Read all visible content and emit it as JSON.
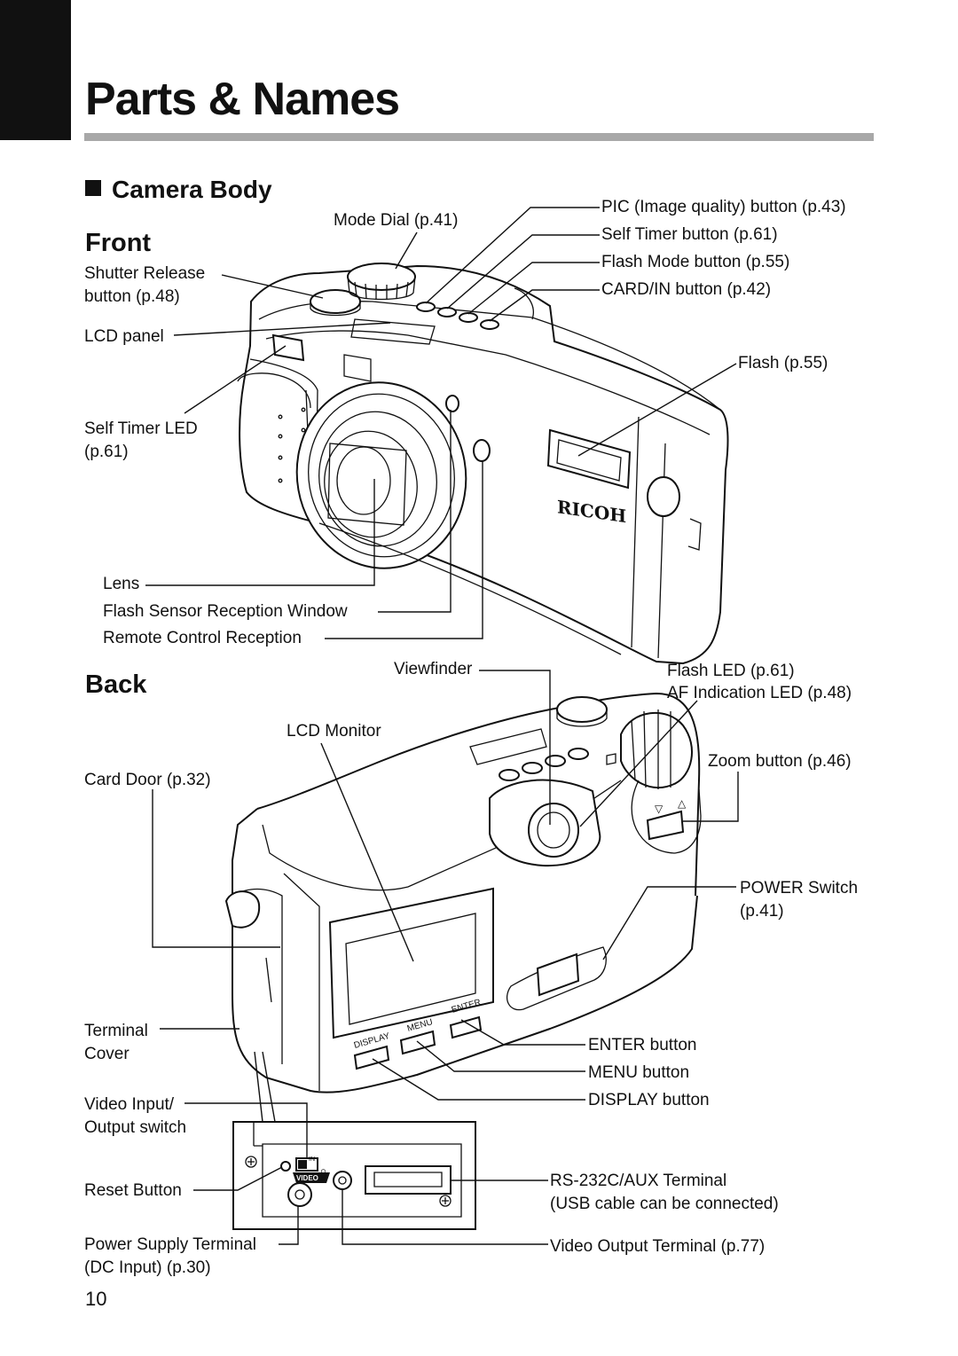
{
  "page": {
    "title": "Parts & Names",
    "section": "Camera Body",
    "page_number": "10"
  },
  "front": {
    "heading": "Front",
    "labels": {
      "mode_dial": "Mode Dial (p.41)",
      "pic_button": "PIC (Image quality) button (p.43)",
      "self_timer_button": "Self Timer button (p.61)",
      "flash_mode_button": "Flash Mode button (p.55)",
      "card_in_button": "CARD/IN button (p.42)",
      "shutter_release_1": "Shutter Release",
      "shutter_release_2": "button (p.48)",
      "lcd_panel": "LCD panel",
      "flash": "Flash (p.55)",
      "self_timer_led_1": "Self Timer LED",
      "self_timer_led_2": "(p.61)",
      "lens": "Lens",
      "flash_sensor": "Flash Sensor Reception Window",
      "remote_control": "Remote Control Reception"
    },
    "brand_logo": "RICOH"
  },
  "back": {
    "heading": "Back",
    "labels": {
      "viewfinder": "Viewfinder",
      "flash_led": "Flash LED (p.61)",
      "af_led": "AF Indication LED (p.48)",
      "lcd_monitor": "LCD Monitor",
      "zoom_button": "Zoom button (p.46)",
      "card_door": "Card Door (p.32)",
      "power_switch_1": "POWER Switch",
      "power_switch_2": "(p.41)",
      "terminal_cover_1": "Terminal",
      "terminal_cover_2": "Cover",
      "enter_button": "ENTER button",
      "menu_button": "MENU button",
      "display_button": "DISPLAY button",
      "video_switch_1": "Video Input/",
      "video_switch_2": "Output switch",
      "reset_button": "Reset Button",
      "rs232c_1": "RS-232C/AUX Terminal",
      "rs232c_2": "(USB cable can be connected)",
      "power_supply_1": "Power Supply Terminal",
      "power_supply_2": "(DC Input) (p.30)",
      "video_output": "Video Output Terminal (p.77)"
    },
    "button_legends": {
      "display": "DISPLAY",
      "menu": "MENU",
      "enter": "ENTER",
      "video": "VIDEO",
      "in": "IN",
      "out": "OUT"
    }
  }
}
